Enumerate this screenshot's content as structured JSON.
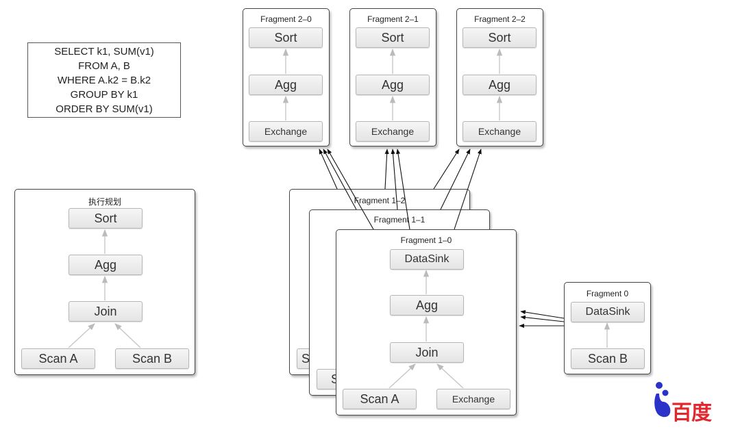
{
  "sql_lines": [
    "SELECT k1, SUM(v1)",
    "FROM A, B",
    "WHERE A.k2 = B.k2",
    "GROUP BY k1",
    "ORDER BY SUM(v1)"
  ],
  "plan": {
    "title": "执行规划",
    "nodes": {
      "sort": "Sort",
      "agg": "Agg",
      "join": "Join",
      "scan_a": "Scan A",
      "scan_b": "Scan B"
    }
  },
  "fragments2": [
    {
      "title": "Fragment 2–0",
      "sort": "Sort",
      "agg": "Agg",
      "exchange": "Exchange"
    },
    {
      "title": "Fragment 2–1",
      "sort": "Sort",
      "agg": "Agg",
      "exchange": "Exchange"
    },
    {
      "title": "Fragment 2–2",
      "sort": "Sort",
      "agg": "Agg",
      "exchange": "Exchange"
    }
  ],
  "fragment1": {
    "back_titles": [
      "Fragment 1–2",
      "Fragment 1–1"
    ],
    "back_partial_labels": [
      "S",
      "S"
    ],
    "front": {
      "title": "Fragment 1–0",
      "datasink": "DataSink",
      "agg": "Agg",
      "join": "Join",
      "scan_a": "Scan A",
      "exchange": "Exchange"
    }
  },
  "fragment0": {
    "title": "Fragment 0",
    "datasink": "DataSink",
    "scan_b": "Scan B"
  },
  "logo": {
    "text": "百度",
    "brand_color": "#e0282e",
    "accent_color": "#2a32c8"
  }
}
